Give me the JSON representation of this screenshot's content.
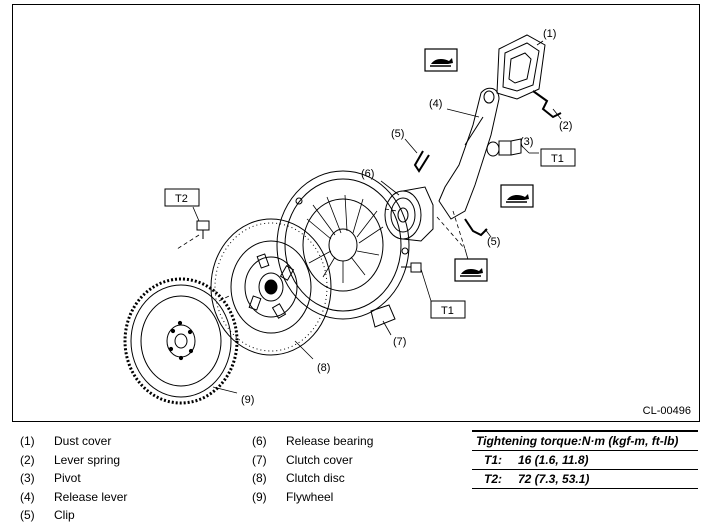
{
  "figure_code": "CL-00496",
  "callouts": {
    "c1": "(1)",
    "c2": "(2)",
    "c3": "(3)",
    "c4": "(4)",
    "c5a": "(5)",
    "c5b": "(5)",
    "c6": "(6)",
    "c7": "(7)",
    "c8": "(8)",
    "c9": "(9)",
    "t1a": "T1",
    "t1b": "T1",
    "t2": "T2"
  },
  "legend": [
    {
      "num": "(1)",
      "label": "Dust cover"
    },
    {
      "num": "(2)",
      "label": "Lever spring"
    },
    {
      "num": "(3)",
      "label": "Pivot"
    },
    {
      "num": "(4)",
      "label": "Release lever"
    },
    {
      "num": "(5)",
      "label": "Clip"
    },
    {
      "num": "(6)",
      "label": "Release bearing"
    },
    {
      "num": "(7)",
      "label": "Clutch cover"
    },
    {
      "num": "(8)",
      "label": "Clutch disc"
    },
    {
      "num": "(9)",
      "label": "Flywheel"
    }
  ],
  "torque": {
    "title": "Tightening torque:N·m (kgf-m, ft-lb)",
    "rows": [
      {
        "key": "T1:",
        "value": "16 (1.6, 11.8)"
      },
      {
        "key": "T2:",
        "value": "72 (7.3, 53.1)"
      }
    ]
  },
  "icons": [
    "grease-icon"
  ]
}
